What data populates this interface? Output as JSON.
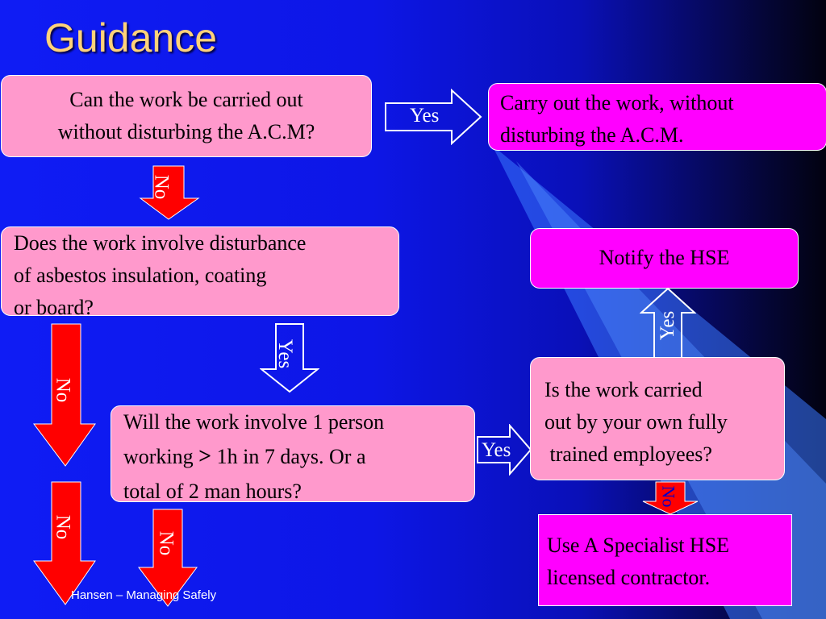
{
  "slide": {
    "title": "Guidance",
    "footer": "Hansen – Managing Safely"
  },
  "boxes": {
    "q1": [
      "Can the work be carried out",
      "without disturbing the A.C.M?"
    ],
    "carry_out": [
      "Carry out the work, without",
      "disturbing the A.C.M."
    ],
    "q2": [
      "Does the work involve disturbance",
      "of asbestos insulation, coating",
      "or board?"
    ],
    "notify": "Notify the HSE",
    "q3_line1": "Will the work involve 1 person",
    "q3_line2_a": "working ",
    "q3_line2_gt": ">",
    "q3_line2_b": " 1h in 7 days. Or a",
    "q3_line3": "total of 2 man hours?",
    "q4": [
      "Is the work carried",
      "out by your own fully",
      " trained employees?"
    ],
    "specialist": [
      "Use A Specialist HSE",
      "licensed contractor."
    ]
  },
  "arrows": {
    "yes": "Yes",
    "no": "No"
  },
  "colors": {
    "pink_box": "#ff99cc",
    "magenta_box": "#ff00ff",
    "no_arrow": "#ff0000",
    "yes_arrow_outline": "#ffffff",
    "title": "#ffd27a"
  }
}
